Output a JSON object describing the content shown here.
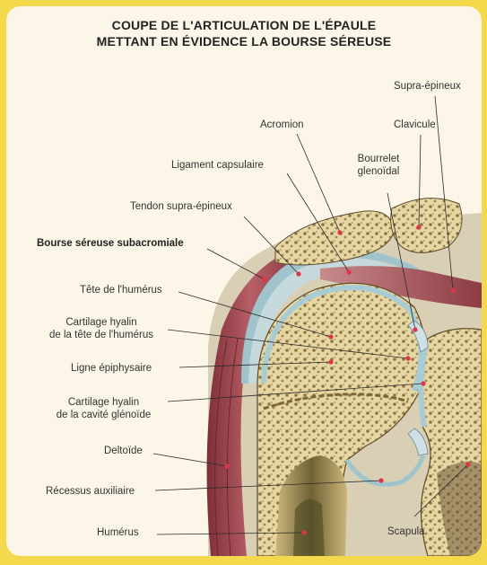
{
  "title": {
    "line1": "COUPE DE L'ARTICULATION DE L'ÉPAULE",
    "line2": "METTANT EN ÉVIDENCE LA BOURSE SÉREUSE"
  },
  "labels": {
    "supra_epineux": "Supra-épineux",
    "acromion": "Acromion",
    "clavicule": "Clavicule",
    "ligament_capsulaire": "Ligament capsulaire",
    "bourrelet_line1": "Bourrelet",
    "bourrelet_line2": "glenoïdal",
    "tendon_supra_epineux": "Tendon supra-épineux",
    "bourse_sereuse": "Bourse séreuse subacromiale",
    "tete_humerus": "Tête de l'humérus",
    "cartilage_tete_line1": "Cartilage hyalin",
    "cartilage_tete_line2": "de la tête de l'humérus",
    "ligne_epiphysaire": "Ligne épiphysaire",
    "cartilage_cavite_line1": "Cartilage hyalin",
    "cartilage_cavite_line2": "de la cavité glénoïde",
    "deltoide": "Deltoïde",
    "recessus": "Récessus auxiliaire",
    "humerus": "Humérus",
    "scapula": "Scapula"
  },
  "colors": {
    "frame": "#f4d94d",
    "panel": "#fbf6e7",
    "bone": "#e9dcae",
    "muscle": "#a8505a",
    "cartilage": "#b8d6de",
    "pointer": "#e0344a"
  }
}
